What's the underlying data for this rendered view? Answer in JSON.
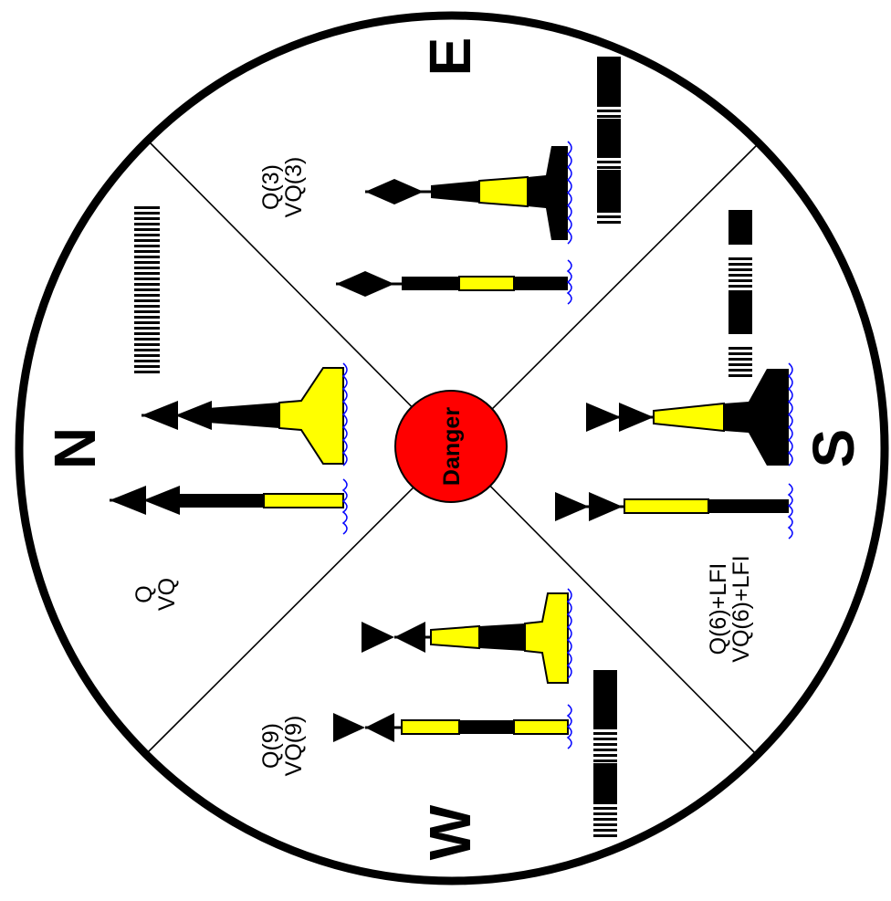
{
  "center": {
    "label": "Danger",
    "color": "#ff0000"
  },
  "colors": {
    "black": "#000000",
    "yellow": "#ffff00",
    "water": "#0000ff",
    "white": "#ffffff"
  },
  "quadrants": {
    "north": {
      "letter": "N",
      "rhythm_line1": "Q",
      "rhythm_line2": "VQ",
      "topmark": "two-cones-up-icon",
      "body_colors": "black over yellow"
    },
    "east": {
      "letter": "E",
      "rhythm_line1": "Q(3)",
      "rhythm_line2": "VQ(3)",
      "topmark": "two-cones-base-to-base-icon",
      "body_colors": "black-yellow-black"
    },
    "south": {
      "letter": "S",
      "rhythm_line1": "Q(6)+LFI",
      "rhythm_line2": "VQ(6)+LFI",
      "topmark": "two-cones-down-icon",
      "body_colors": "yellow over black"
    },
    "west": {
      "letter": "W",
      "rhythm_line1": "Q(9)",
      "rhythm_line2": "VQ(9)",
      "topmark": "two-cones-point-to-point-icon",
      "body_colors": "yellow-black-yellow"
    }
  }
}
